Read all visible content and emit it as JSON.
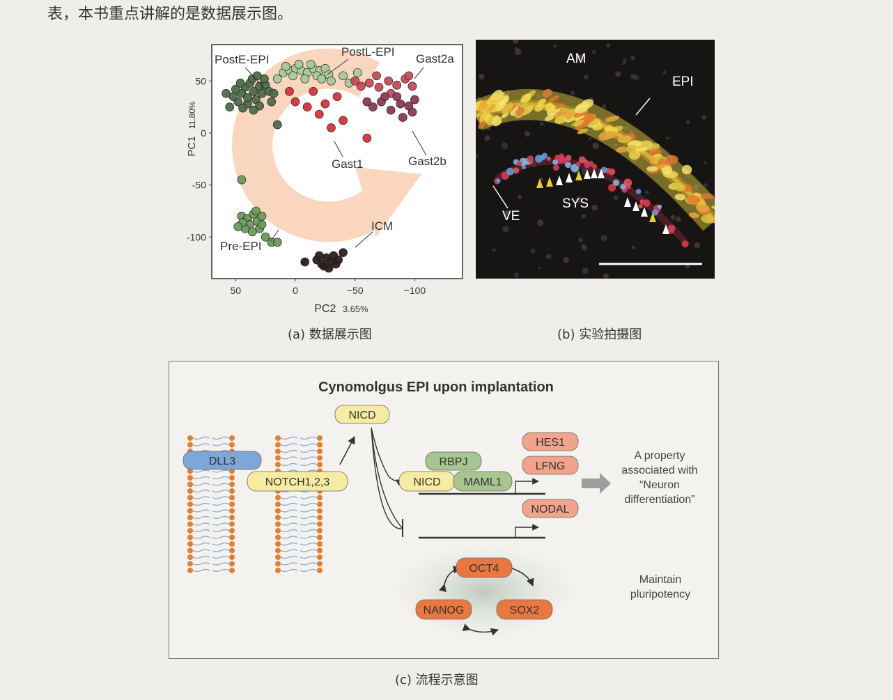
{
  "intro_text": "表，本书重点讲解的是数据展示图。",
  "panel_a": {
    "caption": "(a) 数据展示图",
    "xlabel": "PC2",
    "xlabel_pct": "3.65%",
    "ylabel": "PC1",
    "ylabel_pct": "11.80%",
    "xticks": [
      "50",
      "0",
      "−50",
      "−100"
    ],
    "yticks": [
      "50",
      "0",
      "-50",
      "-100"
    ],
    "labels": {
      "poste": "PostE-EPI",
      "postl": "PostL-EPI",
      "gast2a": "Gast2a",
      "gast1": "Gast1",
      "gast2b": "Gast2b",
      "icm": "ICM",
      "pre": "Pre-EPI"
    }
  },
  "chart_data": {
    "type": "scatter",
    "xlabel": "PC2 3.65%",
    "ylabel": "PC1 11.80%",
    "x_reversed": true,
    "xlim": [
      70,
      -140
    ],
    "ylim": [
      -140,
      85
    ],
    "series": [
      {
        "name": "PostE-EPI",
        "color": "#4f6b4a",
        "points": [
          [
            42,
            44
          ],
          [
            38,
            48
          ],
          [
            35,
            40
          ],
          [
            30,
            45
          ],
          [
            45,
            38
          ],
          [
            48,
            30
          ],
          [
            40,
            28
          ],
          [
            33,
            32
          ],
          [
            28,
            38
          ],
          [
            25,
            46
          ],
          [
            22,
            40
          ],
          [
            36,
            52
          ],
          [
            50,
            42
          ],
          [
            44,
            24
          ],
          [
            30,
            26
          ],
          [
            52,
            35
          ],
          [
            20,
            30
          ],
          [
            26,
            52
          ],
          [
            55,
            25
          ],
          [
            58,
            38
          ],
          [
            32,
            55
          ],
          [
            18,
            38
          ],
          [
            40,
            34
          ],
          [
            46,
            48
          ],
          [
            35,
            22
          ],
          [
            15,
            8
          ]
        ]
      },
      {
        "name": "PostL-EPI",
        "color": "#a9c99a",
        "points": [
          [
            10,
            58
          ],
          [
            5,
            60
          ],
          [
            0,
            62
          ],
          [
            -5,
            60
          ],
          [
            -10,
            58
          ],
          [
            -15,
            62
          ],
          [
            -20,
            60
          ],
          [
            -25,
            62
          ],
          [
            2,
            55
          ],
          [
            -8,
            52
          ],
          [
            -18,
            55
          ],
          [
            -28,
            56
          ],
          [
            15,
            52
          ],
          [
            -3,
            66
          ],
          [
            -13,
            66
          ],
          [
            8,
            64
          ],
          [
            -22,
            52
          ],
          [
            -40,
            55
          ],
          [
            -45,
            48
          ],
          [
            -52,
            58
          ],
          [
            -30,
            50
          ]
        ]
      },
      {
        "name": "Gast2a",
        "color": "#c94a5a",
        "points": [
          [
            -55,
            45
          ],
          [
            -62,
            48
          ],
          [
            -70,
            44
          ],
          [
            -78,
            50
          ],
          [
            -85,
            46
          ],
          [
            -92,
            52
          ],
          [
            -98,
            45
          ],
          [
            -68,
            55
          ],
          [
            -80,
            38
          ],
          [
            -50,
            50
          ],
          [
            -95,
            55
          ]
        ]
      },
      {
        "name": "Gast2b",
        "color": "#8b3a55",
        "points": [
          [
            -65,
            25
          ],
          [
            -72,
            30
          ],
          [
            -80,
            22
          ],
          [
            -88,
            28
          ],
          [
            -95,
            26
          ],
          [
            -100,
            32
          ],
          [
            -90,
            15
          ],
          [
            -98,
            20
          ],
          [
            -75,
            35
          ],
          [
            -60,
            30
          ],
          [
            -85,
            35
          ]
        ]
      },
      {
        "name": "Gast1",
        "color": "#d8323a",
        "points": [
          [
            0,
            30
          ],
          [
            -10,
            25
          ],
          [
            -20,
            18
          ],
          [
            -25,
            28
          ],
          [
            -30,
            5
          ],
          [
            -40,
            12
          ],
          [
            -60,
            -5
          ],
          [
            -15,
            40
          ],
          [
            5,
            40
          ],
          [
            -35,
            35
          ]
        ]
      },
      {
        "name": "ICM",
        "color": "#2a1f1f",
        "points": [
          [
            -18,
            -122
          ],
          [
            -22,
            -126
          ],
          [
            -26,
            -120
          ],
          [
            -30,
            -124
          ],
          [
            -28,
            -130
          ],
          [
            -24,
            -128
          ],
          [
            -32,
            -118
          ],
          [
            -20,
            -118
          ],
          [
            -34,
            -126
          ],
          [
            -36,
            -122
          ],
          [
            -40,
            -115
          ],
          [
            -8,
            -124
          ]
        ]
      },
      {
        "name": "Pre-EPI",
        "color": "#6a9a5a",
        "points": [
          [
            45,
            -80
          ],
          [
            40,
            -82
          ],
          [
            38,
            -88
          ],
          [
            42,
            -92
          ],
          [
            35,
            -78
          ],
          [
            32,
            -85
          ],
          [
            30,
            -92
          ],
          [
            28,
            -80
          ],
          [
            36,
            -95
          ],
          [
            44,
            -86
          ],
          [
            48,
            -90
          ],
          [
            25,
            -100
          ],
          [
            20,
            -105
          ],
          [
            15,
            -105
          ],
          [
            33,
            -75
          ],
          [
            45,
            -45
          ],
          [
            28,
            -88
          ]
        ]
      }
    ]
  },
  "panel_b": {
    "caption": "(b) 实验拍摄图",
    "labels": {
      "am": "AM",
      "epi": "EPI",
      "sys": "SYS",
      "ve": "VE"
    }
  },
  "panel_c": {
    "caption": "(c) 流程示意图",
    "title": "Cynomolgus EPI upon implantation",
    "nodes": {
      "dll3": "DLL3",
      "notch": "NOTCH1,2,3",
      "nicd_top": "NICD",
      "rbpj": "RBPJ",
      "nicd": "NICD",
      "maml1": "MAML1",
      "hes1": "HES1",
      "lfng": "LFNG",
      "nodal": "NODAL",
      "oct4": "OCT4",
      "nanog": "NANOG",
      "sox2": "SOX2"
    },
    "right_text_1": [
      "A property",
      "associated with",
      "“Neuron",
      "differentiation”"
    ],
    "right_text_2": [
      "Maintain",
      "pluripotency"
    ]
  },
  "colors": {
    "yellow_box": "#f5eba2",
    "green_box": "#a7c58f",
    "blue_box": "#7ea6d6",
    "salmon_box": "#f0a48c",
    "orange_box": "#e8783f",
    "membrane_head": "#e2802f",
    "membrane_tail": "#7ea7d4",
    "arrow_band": "#f7c9a8"
  }
}
